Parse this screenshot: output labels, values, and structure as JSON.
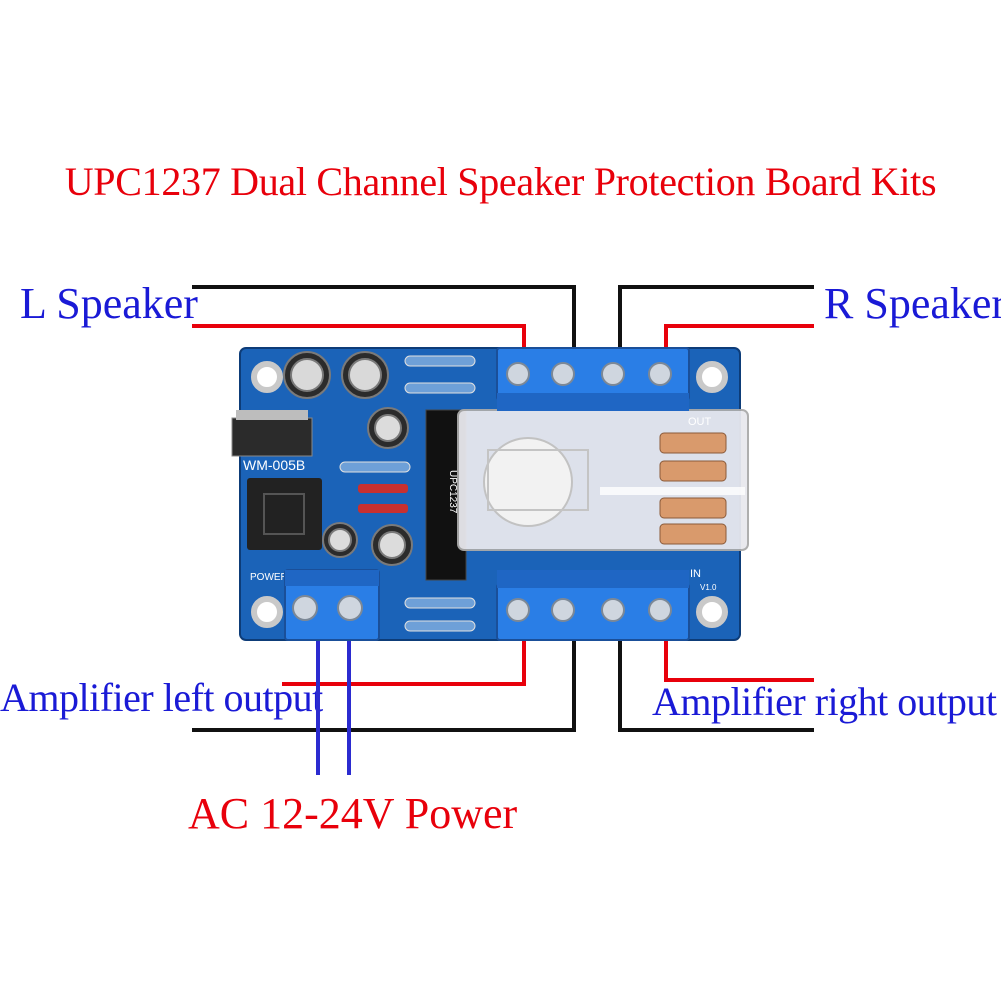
{
  "title": "UPC1237 Dual Channel Speaker Protection Board Kits",
  "labels": {
    "l_speaker": "L Speaker",
    "r_speaker": "R Speaker",
    "amp_left": "Amplifier left output",
    "amp_right": "Amplifier right output",
    "power": "AC 12-24V Power"
  },
  "board": {
    "model": "WM-005B",
    "ic": "UPC1237",
    "power_silk": "POWER",
    "out_silk": "OUT",
    "in_silk": "IN",
    "version": "V1.0"
  },
  "colors": {
    "pcb": "#1b63b8",
    "terminal": "#2a7ee6",
    "wire_red": "#e8000b",
    "wire_black": "#111111",
    "wire_blue": "#2b2bd0",
    "label_blue": "#1a1ad6",
    "label_red": "#e8000b"
  }
}
